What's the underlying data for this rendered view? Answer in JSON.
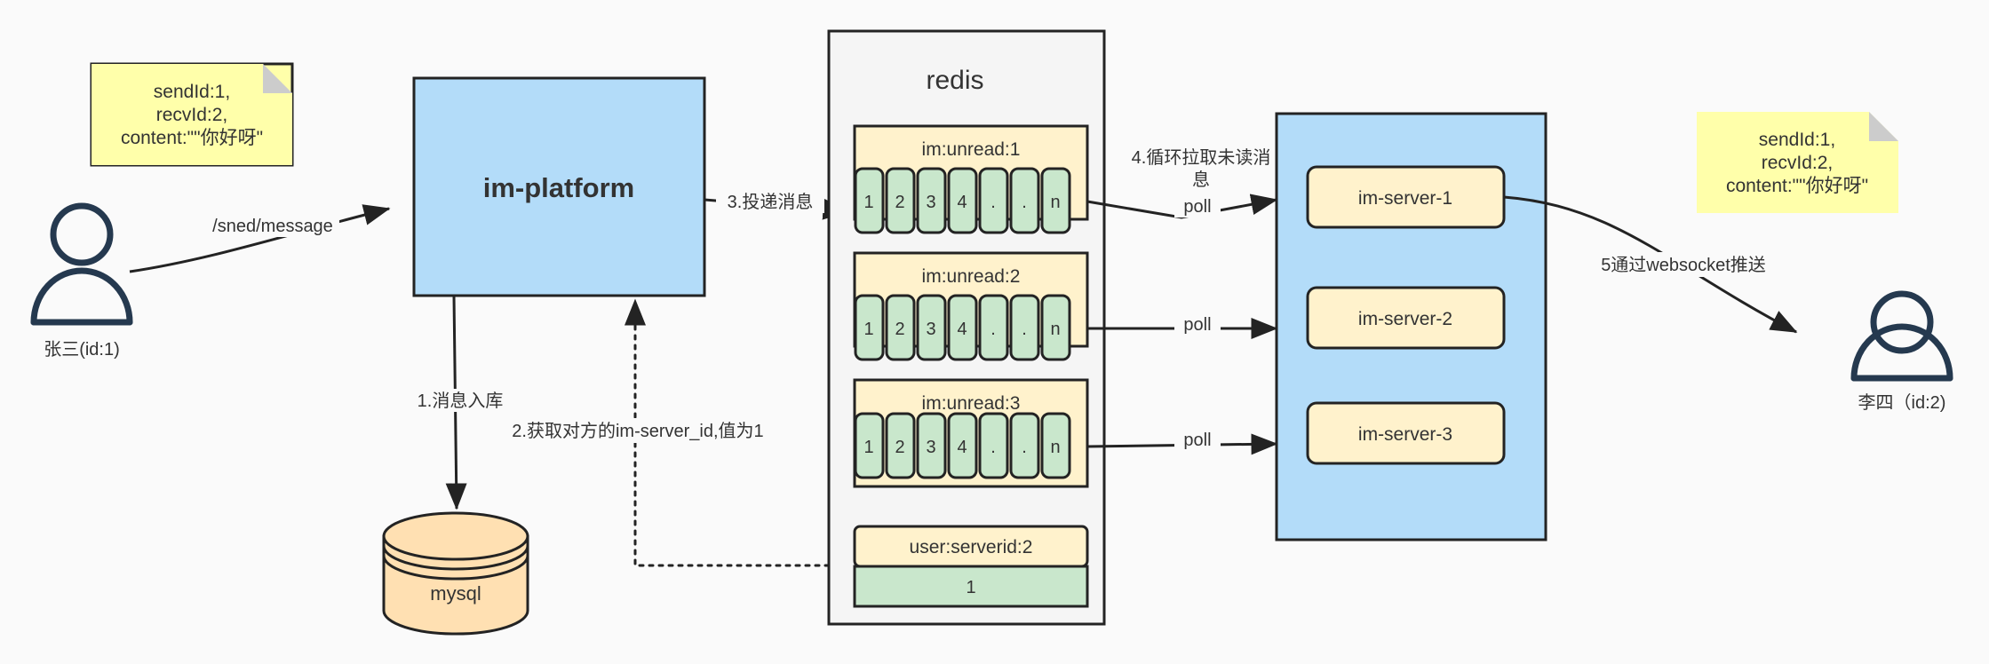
{
  "diagram": {
    "title": "IM message delivery architecture",
    "colors": {
      "background": "#fafafa",
      "note_yellow": "#ffffaa",
      "note_fold": "#cccccc",
      "blue_box": "#b3dcf9",
      "key_yellow": "#fff2cc",
      "cell_green": "#c9e7cc",
      "redis_bg": "#f5f5f5",
      "db_orange": "#ffe0b2",
      "stroke": "#232323",
      "actor": "#25394f",
      "text": "#333333"
    }
  },
  "notes": {
    "left": {
      "lines": [
        "sendId:1,",
        "recvId:2,",
        "content:\"\"你好呀\""
      ]
    },
    "right": {
      "lines": [
        "sendId:1,",
        "recvId:2,",
        "content:\"\"你好呀\""
      ]
    }
  },
  "actors": {
    "sender": {
      "label": "张三(id:1)"
    },
    "receiver": {
      "label": "李四（id:2)"
    }
  },
  "nodes": {
    "platform": {
      "label": "im-platform"
    },
    "mysql": {
      "label": "mysql"
    },
    "redis": {
      "label": "redis"
    },
    "server_group": {
      "servers": [
        {
          "label": "im-server-1"
        },
        {
          "label": "im-server-2"
        },
        {
          "label": "im-server-3"
        }
      ]
    }
  },
  "redis_keys": [
    {
      "name": "im:unread:1",
      "cells": [
        "1",
        "2",
        "3",
        "4",
        ".",
        ".",
        "n"
      ]
    },
    {
      "name": "im:unread:2",
      "cells": [
        "1",
        "2",
        "3",
        "4",
        ".",
        ".",
        "n"
      ]
    },
    {
      "name": "im:unread:3",
      "cells": [
        "1",
        "2",
        "3",
        "4",
        ".",
        ".",
        "n"
      ]
    }
  ],
  "redis_value_key": {
    "name": "user:serverid:2",
    "value": "1"
  },
  "edge_labels": {
    "send_message": "/sned/message",
    "step1": "1.消息入库",
    "step2": "2.获取对方的im-server_id,值为1",
    "step3": "3.投递消息",
    "step4_line1": "4.循环拉取未读消",
    "step4_line2": "息",
    "step5": "5通过websocket推送",
    "poll1": "poll",
    "poll2": "poll",
    "poll3": "poll"
  }
}
